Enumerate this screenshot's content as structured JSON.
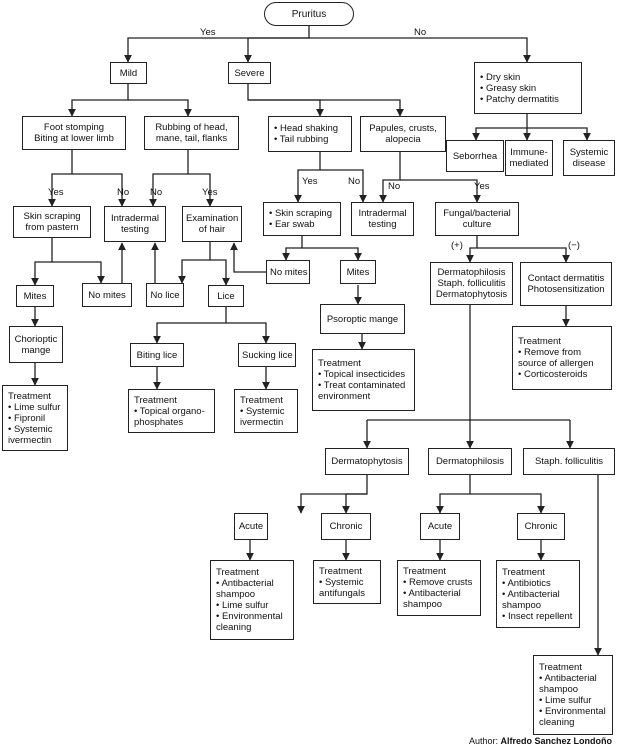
{
  "nodes": {
    "pruritus": [
      "Pruritus"
    ],
    "mild": [
      "Mild"
    ],
    "severe": [
      "Severe"
    ],
    "no_branch": [
      "• Dry skin",
      "• Greasy skin",
      "• Patchy dermatitis"
    ],
    "foot": [
      "Foot stomping",
      "Biting at lower limb"
    ],
    "rubbing": [
      "Rubbing of head,",
      "mane, tail, flanks"
    ],
    "headshake": [
      "• Head shaking",
      "• Tail rubbing"
    ],
    "papules": [
      "Papules, crusts,",
      "alopecia"
    ],
    "seborrhea": [
      "Seborrhea"
    ],
    "immune": [
      "Immune-",
      "mediated"
    ],
    "systemic": [
      "Systemic",
      "disease"
    ],
    "skinscrape": [
      "Skin scraping",
      "from pastern"
    ],
    "intra1": [
      "Intradermal",
      "testing"
    ],
    "exam": [
      "Examination",
      "of hair"
    ],
    "skinear": [
      "• Skin scraping",
      "• Ear swab"
    ],
    "intra2": [
      "Intradermal",
      "testing"
    ],
    "fungal": [
      "Fungal/bacterial",
      "culture"
    ],
    "mites1": [
      "Mites"
    ],
    "nomites1": [
      "No mites"
    ],
    "nolice": [
      "No lice"
    ],
    "lice": [
      "Lice"
    ],
    "nomites2": [
      "No mites"
    ],
    "mites2": [
      "Mites"
    ],
    "dermato_group": [
      "Dermatophilosis",
      "Staph. folliculitis",
      "Dermatophytosis"
    ],
    "contact": [
      "Contact dermatitis",
      "Photosensitization"
    ],
    "chorioptic": [
      "Chorioptic",
      "mange"
    ],
    "psoroptic": [
      "Psoroptic mange"
    ],
    "biting": [
      "Biting lice"
    ],
    "sucking": [
      "Sucking lice"
    ],
    "tx_contact": [
      "Treatment",
      "• Remove from",
      "  source of allergen",
      "• Corticosteroids"
    ],
    "tx_psoroptic": [
      "Treatment",
      "• Topical insecticides",
      "• Treat contaminated",
      "  environment"
    ],
    "tx_chorioptic": [
      "Treatment",
      "• Lime sulfur",
      "• Fipronil",
      "• Systemic",
      "  ivermectin"
    ],
    "tx_biting": [
      "Treatment",
      "• Topical organo-",
      "  phosphates"
    ],
    "tx_sucking": [
      "Treatment",
      "• Systemic",
      "  ivermectin"
    ],
    "dermatophytosis": [
      "Dermatophytosis"
    ],
    "dermatophilosis": [
      "Dermatophilosis"
    ],
    "staph": [
      "Staph. folliculitis"
    ],
    "acute1": [
      "Acute"
    ],
    "chronic1": [
      "Chronic"
    ],
    "acute2": [
      "Acute"
    ],
    "chronic2": [
      "Chronic"
    ],
    "tx_acute1": [
      "Treatment",
      "• Antibacterial",
      "  shampoo",
      "• Lime sulfur",
      "• Environmental",
      "  cleaning"
    ],
    "tx_chronic1": [
      "Treatment",
      "• Systemic",
      "  antifungals"
    ],
    "tx_acute2": [
      "Treatment",
      "• Remove crusts",
      "• Antibacterial",
      "  shampoo"
    ],
    "tx_chronic2": [
      "Treatment",
      "• Antibiotics",
      "• Antibacterial",
      "  shampoo",
      "• Insect repellent"
    ],
    "tx_staph": [
      "Treatment",
      "• Antibacterial",
      "  shampoo",
      "• Lime sulfur",
      "• Environmental",
      "  cleaning"
    ]
  },
  "labels": {
    "yes_top": "Yes",
    "no_top": "No",
    "yes_foot": "Yes",
    "no_foot": "No",
    "no_rub": "No",
    "yes_rub": "Yes",
    "yes_head": "Yes",
    "no_head": "No",
    "no_pap": "No",
    "yes_pap": "Yes",
    "pos": "(+)",
    "neg": "(−)"
  },
  "credit": {
    "prefix": "Author: ",
    "name": "Alfredo Sanchez Londoño"
  }
}
